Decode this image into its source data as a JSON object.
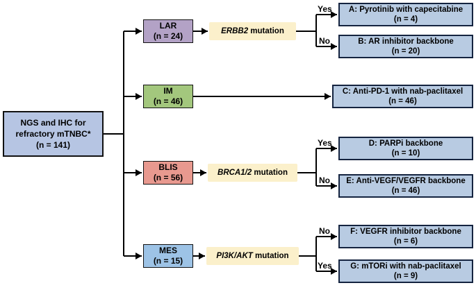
{
  "root": {
    "line1": "NGS and IHC for",
    "line2": "refractory mTNBC*",
    "line3": "(n = 141)"
  },
  "branches": [
    {
      "subtype": {
        "label": "LAR",
        "n": "(n = 24)"
      },
      "mutation": {
        "gene": "ERBB2",
        "suffix": " mutation"
      },
      "outcomes": [
        {
          "decision": "Yes",
          "label": "A: Pyrotinib with capecitabine",
          "n": "(n = 4)"
        },
        {
          "decision": "No",
          "label": "B: AR inhibitor backbone",
          "n": "(n = 20)"
        }
      ]
    },
    {
      "subtype": {
        "label": "IM",
        "n": "(n = 46)"
      },
      "mutation": null,
      "outcomes": [
        {
          "decision": "",
          "label": "C: Anti-PD-1 with nab-paclitaxel",
          "n": "(n = 46)"
        }
      ]
    },
    {
      "subtype": {
        "label": "BLIS",
        "n": "(n = 56)"
      },
      "mutation": {
        "gene": "BRCA1/2",
        "suffix": " mutation"
      },
      "outcomes": [
        {
          "decision": "Yes",
          "label": "D: PARPi backbone",
          "n": "(n = 10)"
        },
        {
          "decision": "No",
          "label": "E: Anti-VEGF/VEGFR backbone",
          "n": "(n = 46)"
        }
      ]
    },
    {
      "subtype": {
        "label": "MES",
        "n": "(n = 15)"
      },
      "mutation": {
        "gene": "PI3K/AKT",
        "suffix": " mutation"
      },
      "outcomes": [
        {
          "decision": "No",
          "label": "F: VEGFR inhibitor backbone",
          "n": "(n = 6)"
        },
        {
          "decision": "Yes",
          "label": "G: mTORi with nab-paclitaxel",
          "n": "(n = 9)"
        }
      ]
    }
  ],
  "colors": {
    "root_fill": "#b6c5e3",
    "lar_fill": "#b3a2c6",
    "im_fill": "#a3c77d",
    "blis_fill": "#e8998f",
    "mes_fill": "#9dc3e6",
    "mutation_fill": "#fbf0cb",
    "outcome_fill": "#b8cbe2",
    "outcome_border": "#14233f",
    "line": "#000000"
  }
}
